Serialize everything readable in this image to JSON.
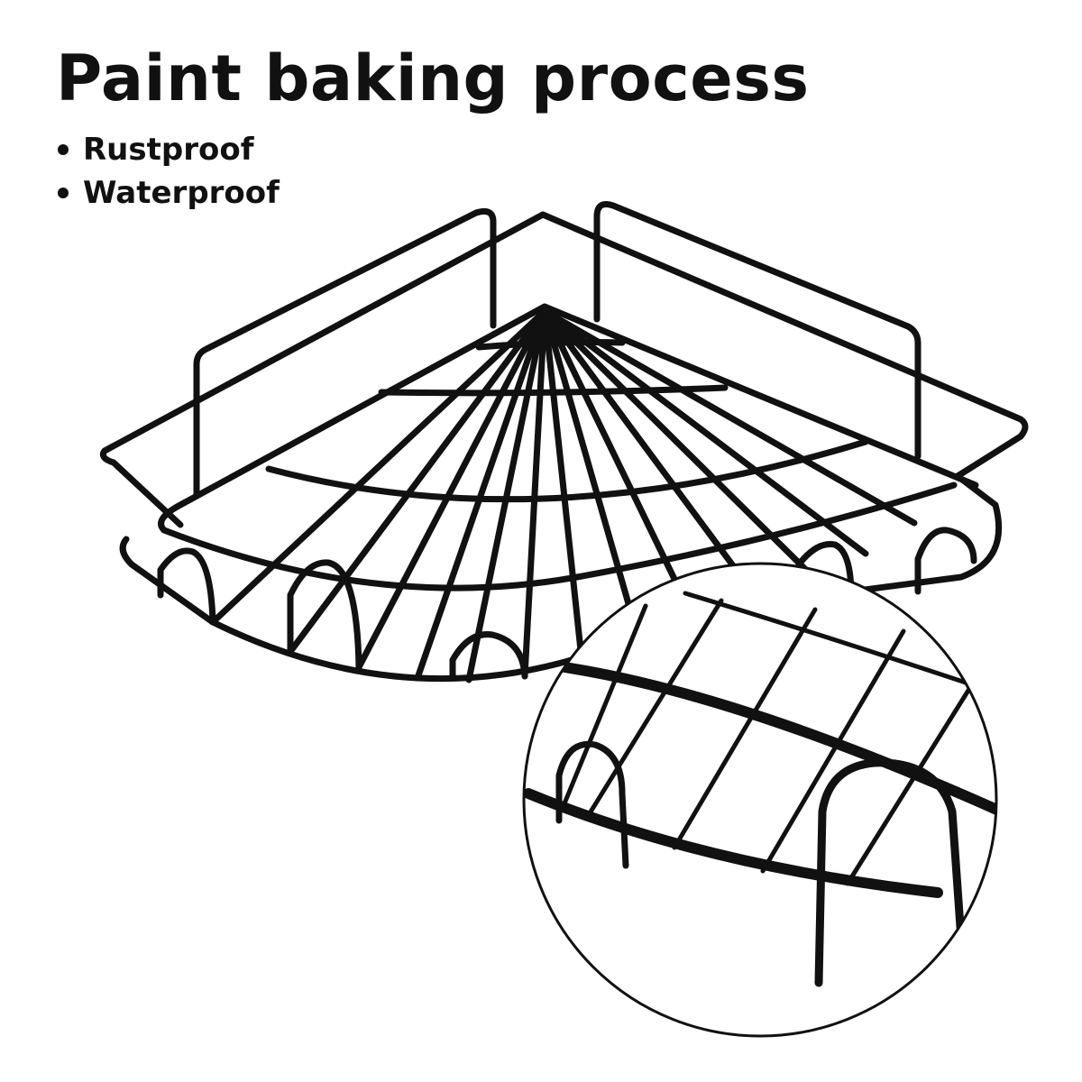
{
  "headline": "Paint baking process",
  "features": [
    "Rustproof",
    "Waterproof"
  ],
  "illustration": {
    "subject": "corner-wire-shelf-basket",
    "detail": "zoom-inset-hook",
    "wire_color": "#111111",
    "background": "#ffffff"
  }
}
